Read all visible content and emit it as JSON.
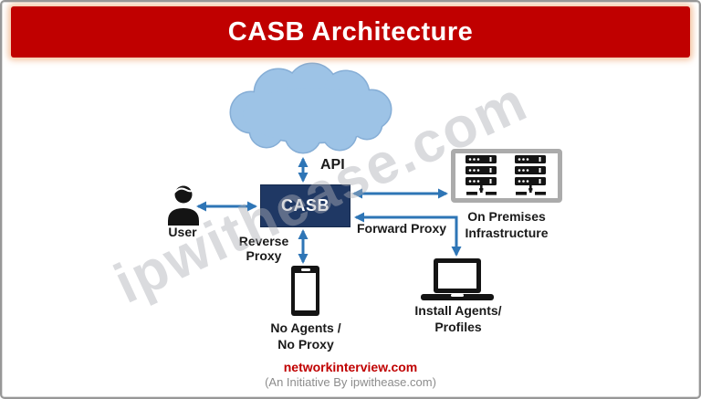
{
  "header": {
    "title": "CASB Architecture"
  },
  "diagram": {
    "api_label": "API",
    "casb_label": "CASB",
    "user_label": "User",
    "reverse_proxy_label": "Reverse Proxy",
    "forward_proxy_label": "Forward Proxy",
    "onprem_label_line1": "On Premises",
    "onprem_label_line2": "Infrastructure",
    "phone_label_line1": "No Agents /",
    "phone_label_line2": "No Proxy",
    "laptop_label_line1": "Install Agents/",
    "laptop_label_line2": "Profiles",
    "icons": [
      "cloud-icon",
      "user-icon",
      "server-rack-icon",
      "smartphone-icon",
      "laptop-icon"
    ]
  },
  "watermark": "ipwithease.com",
  "footer": {
    "site": "networkinterview.com",
    "initiative": "(An Initiative By ipwithease.com)"
  },
  "colors": {
    "header_red": "#C00000",
    "casb_navy": "#1F3864",
    "cloud_blue": "#9DC3E6",
    "arrow_blue": "#2E75B6",
    "icon_black": "#141414",
    "onprem_border_gray": "#ABABAB",
    "footer_gray": "#8C8C8C"
  }
}
